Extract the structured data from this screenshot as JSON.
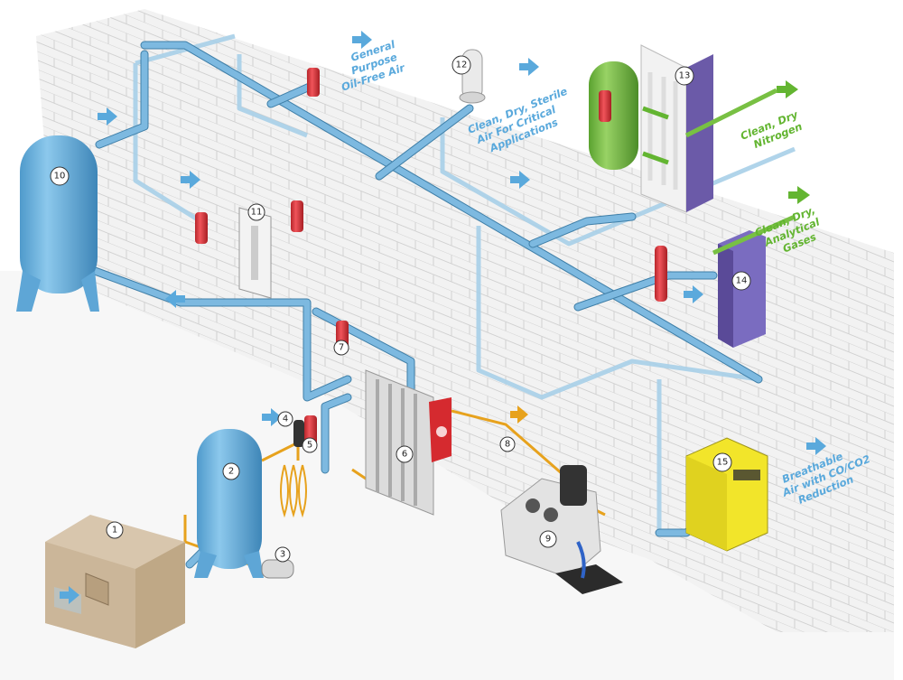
{
  "components": [
    {
      "id": "1",
      "name": "compressor"
    },
    {
      "id": "2",
      "name": "air-receiver"
    },
    {
      "id": "3",
      "name": "drain"
    },
    {
      "id": "4",
      "name": "filter-4"
    },
    {
      "id": "5",
      "name": "filter-5"
    },
    {
      "id": "6",
      "name": "dryer"
    },
    {
      "id": "7",
      "name": "filter-7"
    },
    {
      "id": "8",
      "name": "condensate-line"
    },
    {
      "id": "9",
      "name": "oil-water-separator"
    },
    {
      "id": "10",
      "name": "large-receiver"
    },
    {
      "id": "11",
      "name": "point-of-use-dryer"
    },
    {
      "id": "12",
      "name": "sterile-filter"
    },
    {
      "id": "13",
      "name": "nitrogen-generator"
    },
    {
      "id": "14",
      "name": "gas-generator"
    },
    {
      "id": "15",
      "name": "breathing-air-purifier"
    }
  ],
  "outputs": {
    "general": [
      "General",
      "Purpose",
      "Oil-Free Air"
    ],
    "sterile": [
      "Clean, Dry, Sterile",
      "Air For Critical",
      "Applications"
    ],
    "nitrogen": [
      "Clean, Dry",
      "Nitrogen"
    ],
    "analytical": [
      "Clean, Dry,",
      "Analytical",
      "Gases"
    ],
    "breathable": [
      "Breathable",
      "Air with CO/CO2",
      "Reduction"
    ]
  },
  "colors": {
    "pipe": "#7db9e0",
    "receiver": "#6fb3de",
    "filter": "#e0353b",
    "flow_arrow_blue": "#5aa9dc",
    "flow_arrow_green": "#63b531",
    "flow_arrow_orange": "#e7a21d",
    "nitrogen_tank": "#78c043",
    "generator_purple": "#6b5aa8",
    "breathing_unit": "#f2e52a",
    "compressor_box": "#d8c6ad"
  }
}
